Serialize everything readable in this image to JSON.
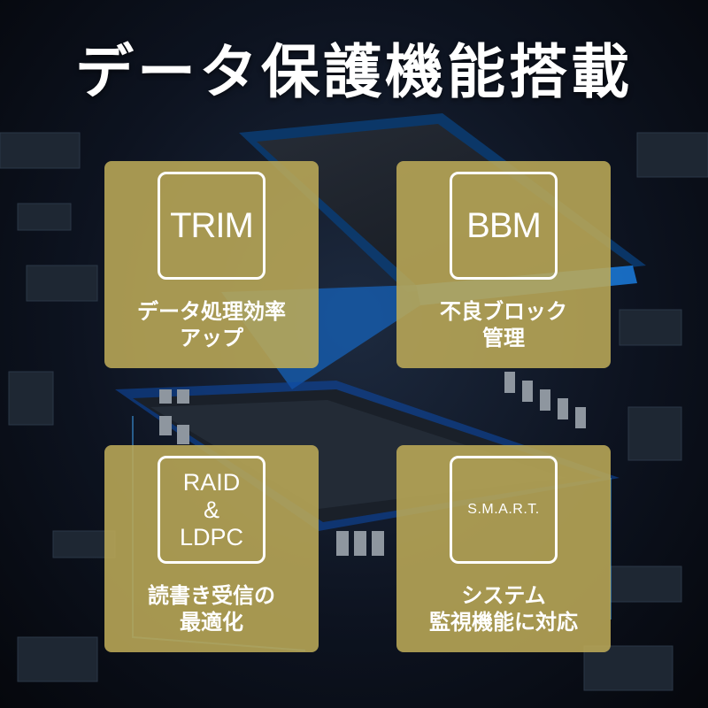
{
  "title": "データ保護機能搭載",
  "features": [
    {
      "badge": [
        "TRIM"
      ],
      "caption": [
        "データ処理効率",
        "アップ"
      ]
    },
    {
      "badge": [
        "BBM"
      ],
      "caption": [
        "不良ブロック",
        "管理"
      ]
    },
    {
      "badge": [
        "RAID",
        "&",
        "LDPC"
      ],
      "caption": [
        "読書き受信の",
        "最適化"
      ]
    },
    {
      "badge": [
        "S.M.A.R.T."
      ],
      "caption": [
        "システム",
        "監視機能に対応"
      ]
    }
  ],
  "colors": {
    "card": "#bcaa58",
    "text": "#ffffff",
    "background": "#0b0f18",
    "glow": "#2a8cff"
  }
}
